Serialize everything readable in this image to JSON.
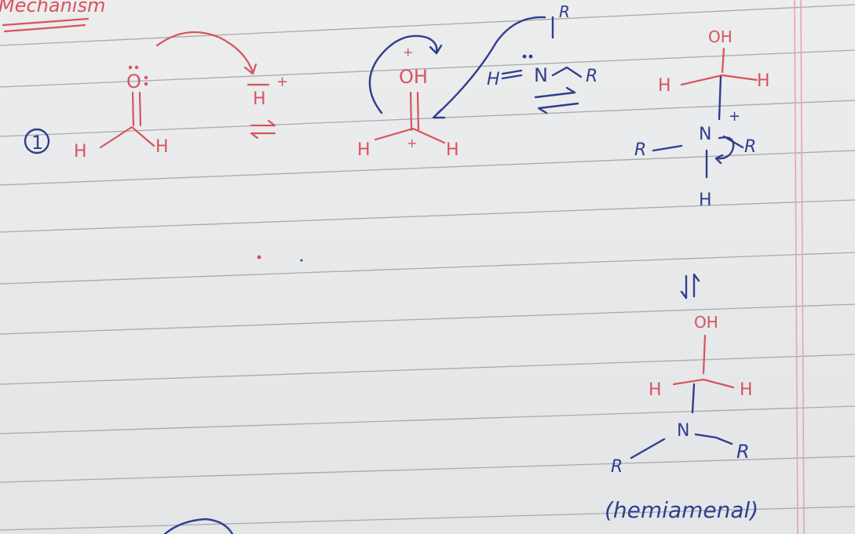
{
  "page": {
    "heading": "Mechanism",
    "step_number": "1",
    "rule_color": "#a9a9ab",
    "margin_color": "#e7a5ae",
    "ink_blue": "#2f3f8f",
    "ink_red": "#d8535f"
  },
  "aldehyde": {
    "oxygen": "O",
    "left_h": "H",
    "right_h": "H"
  },
  "proton": {
    "symbol": "H",
    "charge": "+"
  },
  "protonated": {
    "charge": "+",
    "group": "OH",
    "left_h": "H",
    "right_h": "H",
    "carbocation": "+"
  },
  "amine": {
    "h": "H",
    "n": "N",
    "r_top": "R",
    "r_right": "R"
  },
  "intermediate": {
    "oh": "OH",
    "left_h": "H",
    "right_h": "H",
    "n": "N",
    "charge": "+",
    "r_left": "R",
    "r_right": "R",
    "h_bottom": "H"
  },
  "product": {
    "oh": "OH",
    "left_h": "H",
    "right_h": "H",
    "n": "N",
    "r_left": "R",
    "r_right": "R",
    "label": "(hemiamenal)"
  }
}
